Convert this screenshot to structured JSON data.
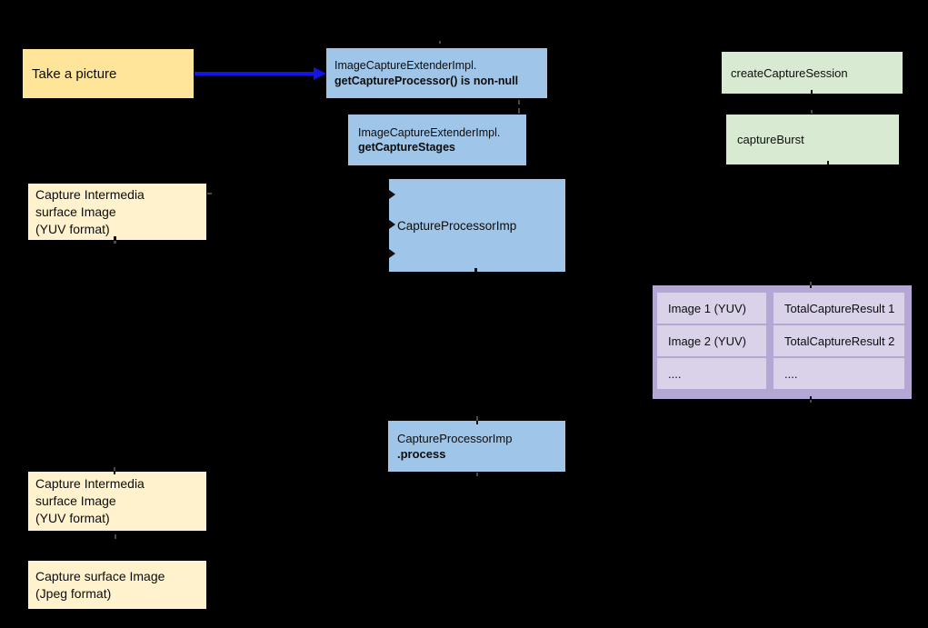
{
  "palette": {
    "background": "#000000",
    "yellow_box": "#FFE599",
    "cream_box": "#FFF2CC",
    "blue_box": "#9FC5E8",
    "green_box": "#D9EAD3",
    "purple_table": "#B4A7D6",
    "purple_cell": "#D9D2E9",
    "arrow_blue": "#1414E6",
    "text": "#0d0d0d"
  },
  "boxes": {
    "take_picture": {
      "label": "Take a picture"
    },
    "extender_a": {
      "line1": "ImageCaptureExtenderImpl.",
      "line2": "getCaptureProcessor() is non-null"
    },
    "extender_b": {
      "line1": "ImageCaptureExtenderImpl.",
      "line2": "getCaptureStages"
    },
    "create_session": {
      "label": "createCaptureSession"
    },
    "capture_burst": {
      "label": "captureBurst"
    },
    "intermedia_1": {
      "line1": "Capture Intermedia",
      "line2": "surface Image",
      "line3": "(YUV format)"
    },
    "processor": {
      "label": "CaptureProcessorImp"
    },
    "process": {
      "line1": "CaptureProcessorImp",
      "line2": ".process"
    },
    "intermedia_2": {
      "line1": "Capture Intermedia",
      "line2": "surface Image",
      "line3": "(YUV format)"
    },
    "jpeg_surface": {
      "line1": "Capture surface Image",
      "line2": "(Jpeg format)"
    }
  },
  "table": {
    "rows": [
      {
        "left": "Image 1 (YUV)",
        "right": "TotalCaptureResult 1"
      },
      {
        "left": "Image 2 (YUV)",
        "right": "TotalCaptureResult 2"
      },
      {
        "left": "....",
        "right": "...."
      }
    ]
  }
}
